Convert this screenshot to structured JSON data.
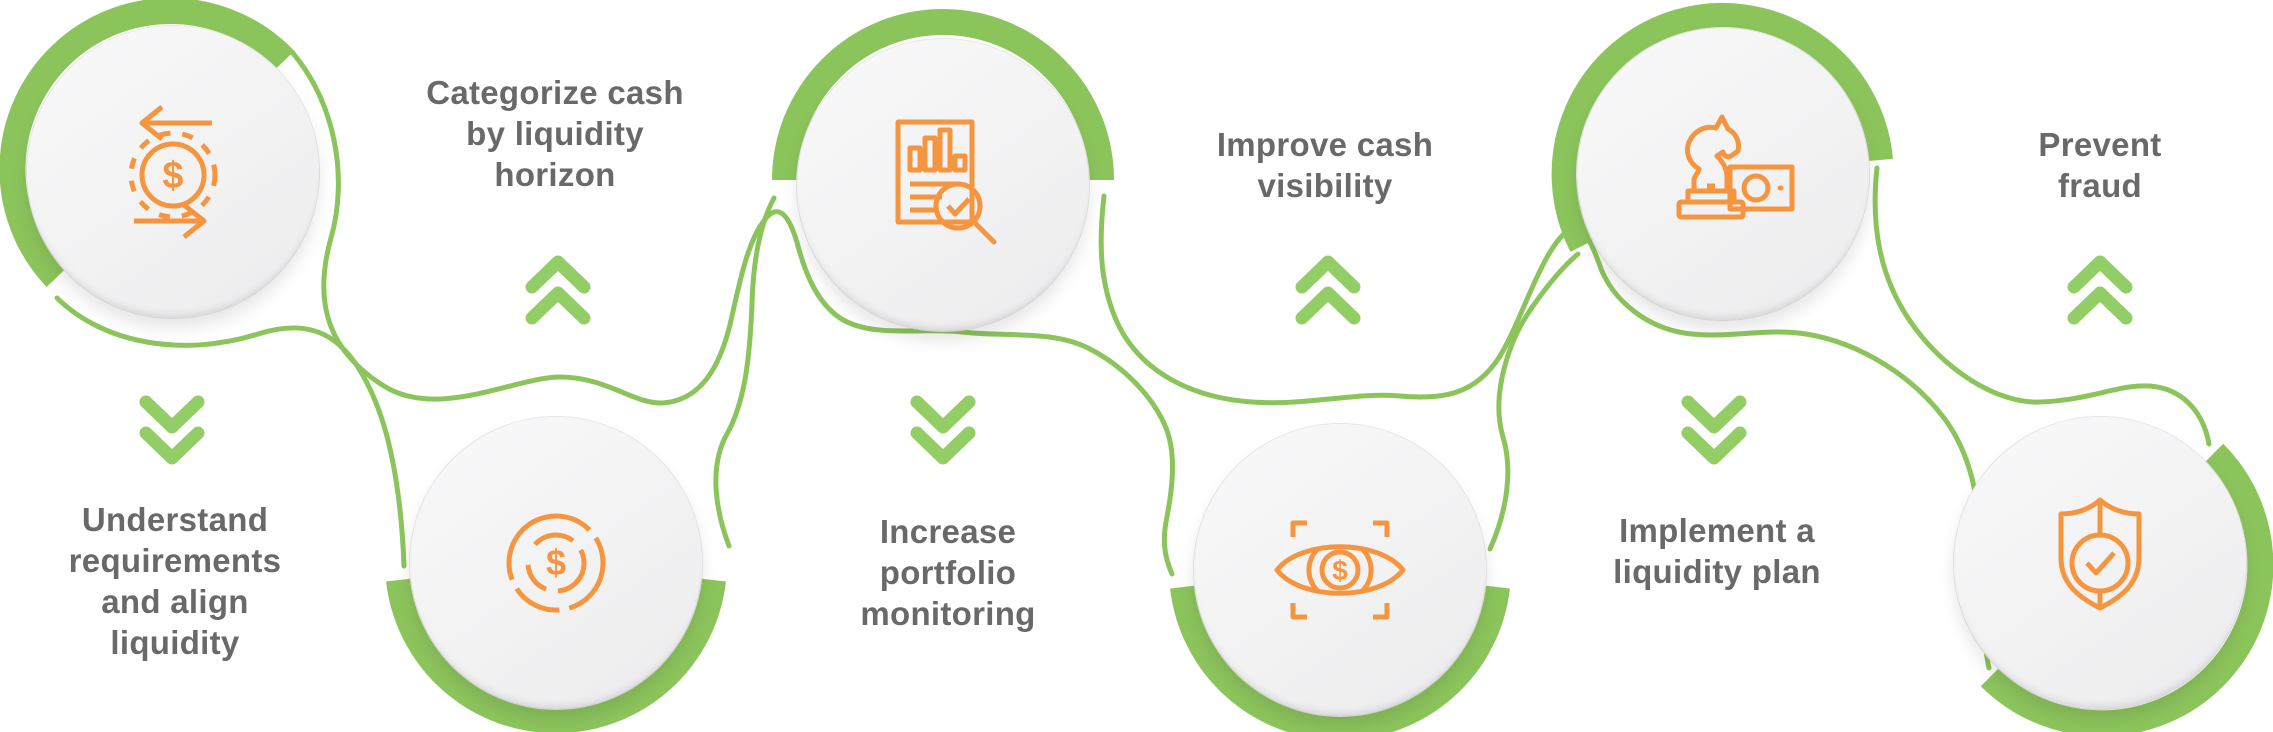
{
  "title": "Liquidity management steps infographic",
  "colors": {
    "green_arc": "#8CC45C",
    "green_chevron": "#93CD66",
    "orange_icon": "#F6953F",
    "label_text": "#696969",
    "circle_fill": "#F1F1F2"
  },
  "glyphs": {
    "dollar": "$"
  },
  "steps": [
    {
      "id": 1,
      "icon": "cash-flow-gear-icon",
      "position": "top",
      "chevron": "down",
      "label": "Understand requirements and align liquidity",
      "lines": [
        "Understand",
        "requirements",
        "and align",
        "liquidity"
      ]
    },
    {
      "id": 2,
      "icon": "donut-chart-dollar-icon",
      "position": "bottom",
      "chevron": "up",
      "label": "Categorize cash by liquidity horizon",
      "lines": [
        "Categorize cash",
        "by liquidity",
        "horizon"
      ]
    },
    {
      "id": 3,
      "icon": "report-magnifier-check-icon",
      "position": "top",
      "chevron": "down",
      "label": "Increase portfolio monitoring",
      "lines": [
        "Increase",
        "portfolio",
        "monitoring"
      ]
    },
    {
      "id": 4,
      "icon": "eye-dollar-viewfinder-icon",
      "position": "bottom",
      "chevron": "up",
      "label": "Improve cash visibility",
      "lines": [
        "Improve cash",
        "visibility"
      ]
    },
    {
      "id": 5,
      "icon": "chess-knight-banknote-icon",
      "position": "top",
      "chevron": "down",
      "label": "Implement a liquidity plan",
      "lines": [
        "Implement a",
        "liquidity plan"
      ]
    },
    {
      "id": 6,
      "icon": "shield-check-icon",
      "position": "bottom",
      "chevron": "up",
      "label": "Prevent fraud",
      "lines": [
        "Prevent",
        "fraud"
      ]
    }
  ]
}
